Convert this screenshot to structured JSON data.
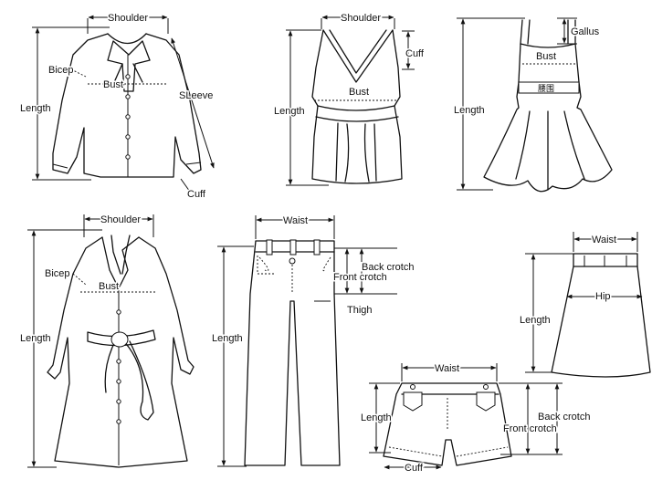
{
  "labels": {
    "shoulder": "Shoulder",
    "bicep": "Bicep",
    "bust": "Bust",
    "length": "Length",
    "sleeve": "SLeeve",
    "cuff": "Cuff",
    "gallus": "Gallus",
    "waist": "Waist",
    "back_crotch": "Back crotch",
    "front_crotch": "Front crotch",
    "thigh": "Thigh",
    "hip": "Hip",
    "belt_tag": "腰围"
  }
}
